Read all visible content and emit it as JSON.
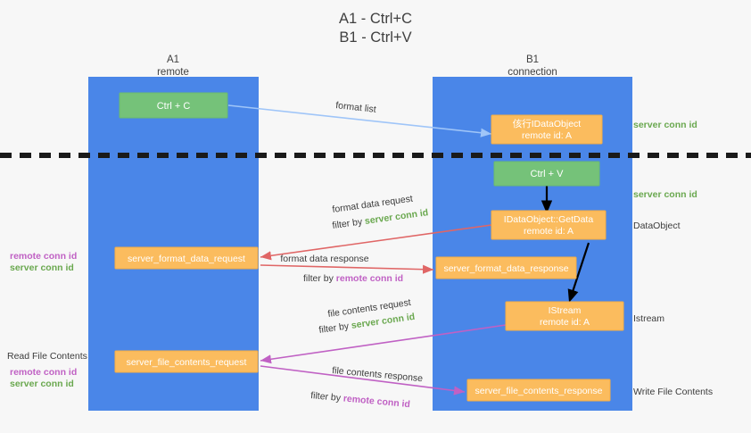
{
  "title": {
    "line1": "A1 - Ctrl+C",
    "line2": "B1 - Ctrl+V"
  },
  "colors": {
    "lane": "#4a86e8",
    "green_node": "#75c279",
    "orange_node": "#fbbc5e",
    "divider": "#1a1a1a",
    "edge_blue": "#9fc5f8",
    "edge_red": "#e06666",
    "edge_magenta": "#c061c4",
    "edge_black": "#000000",
    "text_green": "#6aa84f",
    "text_magenta": "#c061c4",
    "background": "#f7f7f7"
  },
  "lanes": [
    {
      "id": "lane-a1",
      "title": "A1",
      "subtitle": "remote"
    },
    {
      "id": "lane-b1",
      "title": "B1",
      "subtitle": "connection"
    }
  ],
  "nodes": [
    {
      "id": "ctrl-c",
      "kind": "green",
      "line1": "Ctrl + C",
      "line2": ""
    },
    {
      "id": "idataobject",
      "kind": "orange",
      "line1": "侅行IDataObject",
      "line2": "remote id: A"
    },
    {
      "id": "ctrl-v",
      "kind": "green",
      "line1": "Ctrl + V",
      "line2": ""
    },
    {
      "id": "idataobject-getdata",
      "kind": "orange",
      "line1": "IDataObject::GetData",
      "line2": "remote id: A"
    },
    {
      "id": "server-format-data-request",
      "kind": "orange",
      "line1": "server_format_data_request",
      "line2": ""
    },
    {
      "id": "server-format-data-response",
      "kind": "orange",
      "line1": "server_format_data_response",
      "line2": ""
    },
    {
      "id": "istream",
      "kind": "orange",
      "line1": "IStream",
      "line2": "remote id: A"
    },
    {
      "id": "server-file-contents-request",
      "kind": "orange",
      "line1": "server_file_contents_request",
      "line2": ""
    },
    {
      "id": "server-file-contents-response",
      "kind": "orange",
      "line1": "server_file_contents_response",
      "line2": ""
    }
  ],
  "edge_labels": {
    "format_list": "format list",
    "format_data_request": "format data request",
    "format_data_request_filter_prefix": "filter by ",
    "format_data_request_filter_key": "server conn id",
    "format_data_response": "format data response",
    "format_data_response_filter_prefix": "filter by ",
    "format_data_response_filter_key": "remote conn id",
    "file_contents_request": "file contents request",
    "file_contents_request_filter_prefix": "filter by ",
    "file_contents_request_filter_key": "server conn id",
    "file_contents_response": "file contents response",
    "file_contents_response_filter_prefix": "filter by ",
    "file_contents_response_filter_key": "remote conn id"
  },
  "right_annotations": [
    {
      "id": "ann-server-conn-id-1",
      "text": "server conn id",
      "style": "green"
    },
    {
      "id": "ann-server-conn-id-2",
      "text": "server conn id",
      "style": "green"
    },
    {
      "id": "ann-dataobject",
      "text": "DataObject",
      "style": "plain"
    },
    {
      "id": "ann-istream",
      "text": "Istream",
      "style": "plain"
    },
    {
      "id": "ann-write-file",
      "text": "Write File Contents",
      "style": "plain"
    }
  ],
  "left_annotations": [
    {
      "id": "ann-left-remote-1",
      "text": "remote conn id",
      "style": "magenta"
    },
    {
      "id": "ann-left-server-1",
      "text": "server conn id",
      "style": "green"
    },
    {
      "id": "ann-read-file",
      "text": "Read File Contents",
      "style": "plain"
    },
    {
      "id": "ann-left-remote-2",
      "text": "remote conn id",
      "style": "magenta"
    },
    {
      "id": "ann-left-server-2",
      "text": "server conn id",
      "style": "green"
    }
  ]
}
